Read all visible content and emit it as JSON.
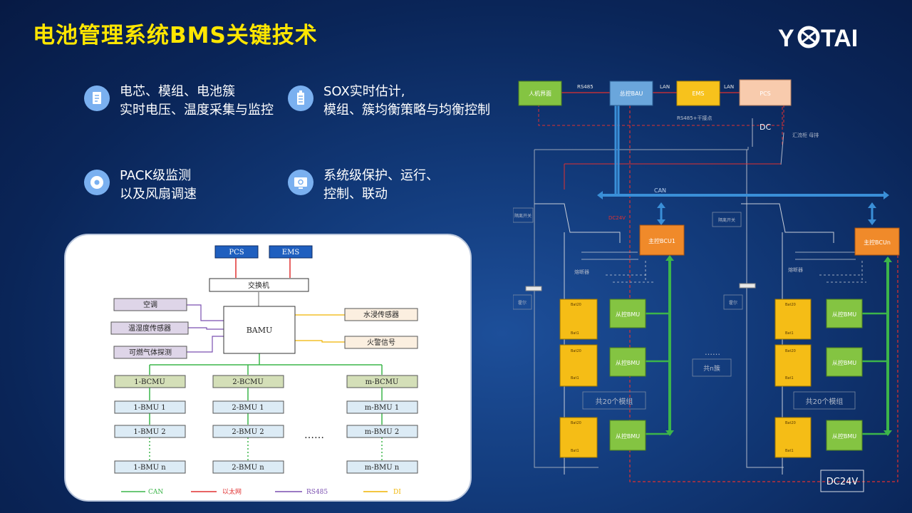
{
  "title": "电池管理系统BMS关键技术",
  "logo": {
    "text": "YOTAI"
  },
  "features": [
    {
      "icon": "document-icon",
      "line1": "电芯、模组、电池簇",
      "line2": "实时电压、温度采集与监控"
    },
    {
      "icon": "battery-icon",
      "line1": "SOX实时估计,",
      "line2": "模组、簇均衡策略与均衡控制"
    },
    {
      "icon": "disc-icon",
      "line1": "PACK级监测",
      "line2": "以及风扇调速"
    },
    {
      "icon": "monitor-icon",
      "line1": "系统级保护、运行、",
      "line2": "控制、联动"
    }
  ],
  "left_diagram": {
    "pcs": "PCS",
    "ems": "EMS",
    "switch": "交换机",
    "bamu": "BAMU",
    "left_boxes": [
      "空调",
      "温湿度传感器",
      "可燃气体探测"
    ],
    "right_boxes": [
      "水浸传感器",
      "火警信号"
    ],
    "columns": [
      {
        "bcmu": "1-BCMU",
        "bmu1": "1-BMU 1",
        "bmu2": "1-BMU 2",
        "bmun": "1-BMU n"
      },
      {
        "bcmu": "2-BCMU",
        "bmu1": "2-BMU 1",
        "bmu2": "2-BMU 2",
        "bmun": "2-BMU n"
      },
      {
        "bcmu": "m-BCMU",
        "bmu1": "m-BMU 1",
        "bmu2": "m-BMU 2",
        "bmun": "m-BMU n"
      }
    ],
    "ellipsis": "……",
    "legend": [
      {
        "label": "CAN",
        "color": "#3cb54a"
      },
      {
        "label": "以太网",
        "color": "#e03030"
      },
      {
        "label": "RS485",
        "color": "#7a4fb0"
      },
      {
        "label": "DI",
        "color": "#f0b400"
      }
    ]
  },
  "right_diagram": {
    "hmi": "人机界面",
    "rs485": "RS485",
    "bau": "总控BAU",
    "lan1": "LAN",
    "ems": "EMS",
    "lan2": "LAN",
    "pcs": "PCS",
    "rs485_bus": "RS485+干接点",
    "dc": "DC",
    "bus_label": "汇流柜\n母排",
    "can": "CAN",
    "iso_switch": "隔离开关",
    "bcu1": "主控BCU1",
    "bcun": "主控BCUn",
    "dc24v_small": "DC24V",
    "fuse": "熔断器",
    "hall": "霍尔",
    "bat20": "Bat20",
    "bat1": "Bat1",
    "bmu": "从控BMU",
    "modules_note": "共20个模组",
    "cluster_note": "共n簇",
    "ellipsis": "……",
    "dc24v": "DC24V"
  }
}
